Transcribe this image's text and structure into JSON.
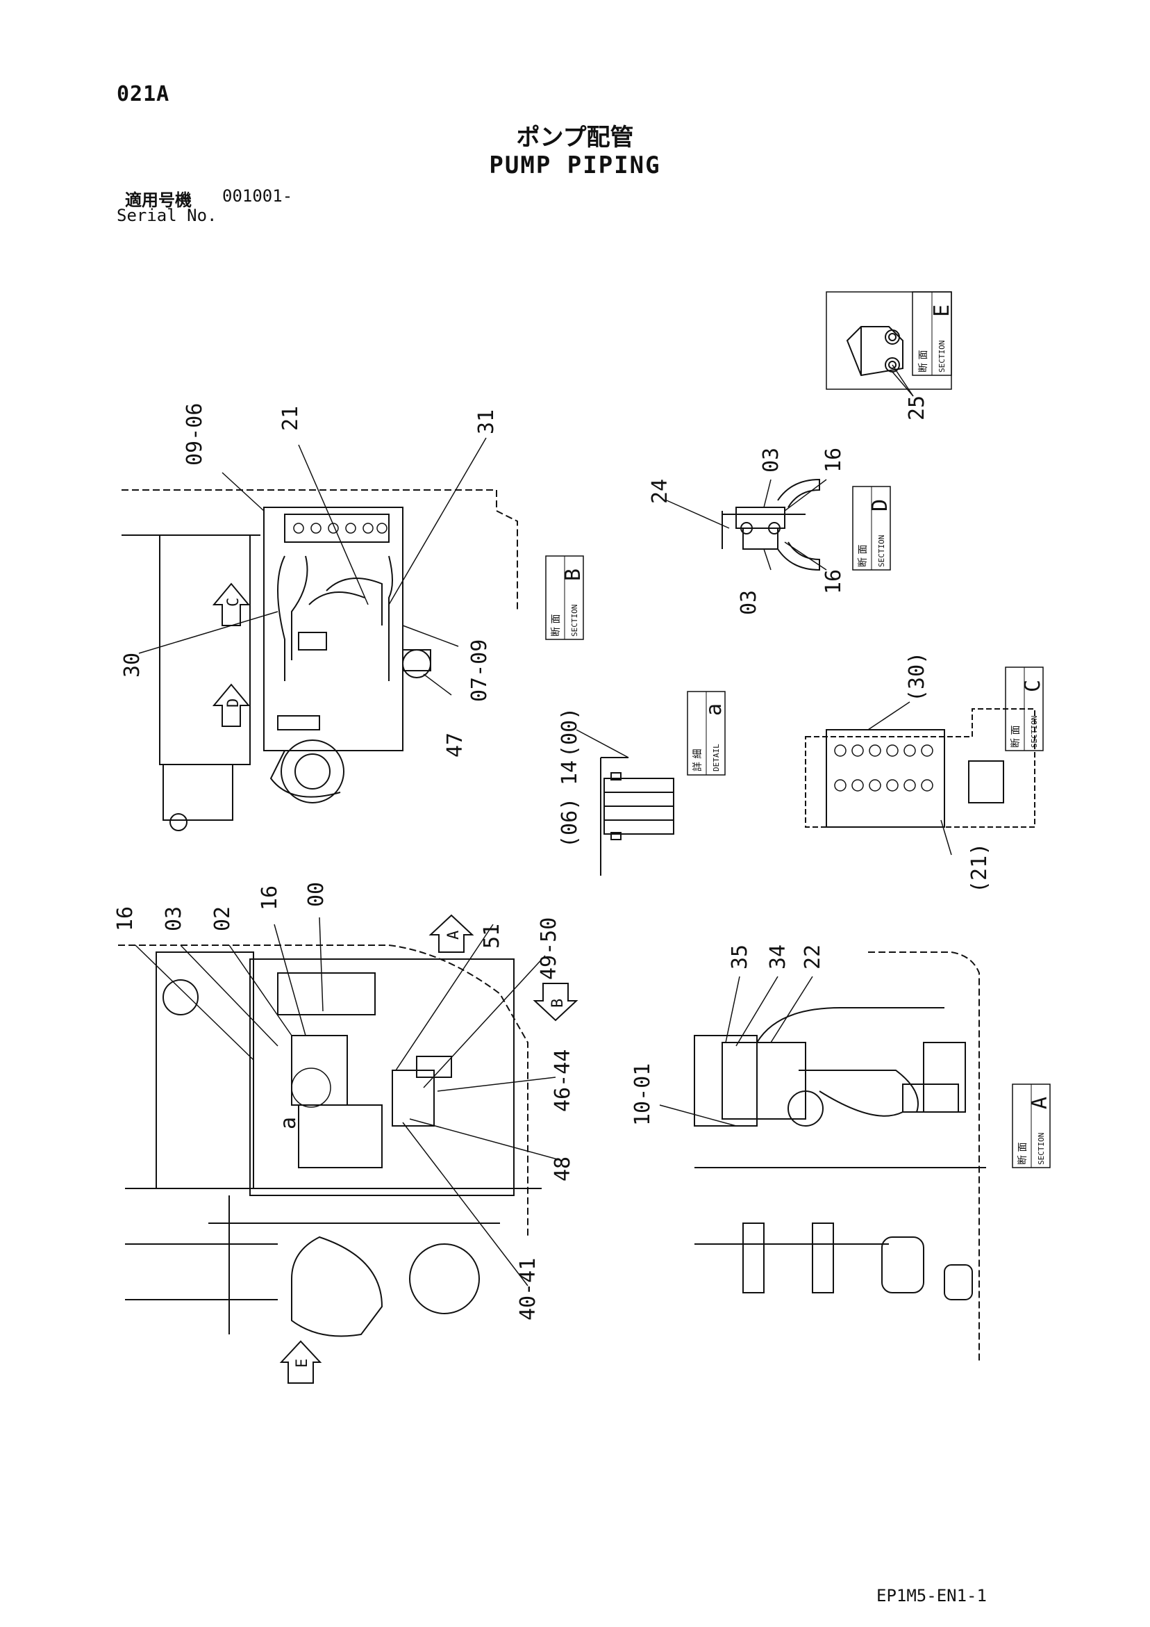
{
  "header": {
    "page_code": "021A",
    "title_jp": "ポンプ配管",
    "title_en": "PUMP PIPING",
    "serial_label_jp": "適用号機",
    "serial_value": "001001-",
    "serial_label_en": "Serial No."
  },
  "footer": {
    "doc_code": "EP1M5-EN1-1"
  },
  "section_tags": {
    "section_jp": "断 面",
    "section_en": "SECTION",
    "detail_jp": "詳 細",
    "detail_en": "DETAIL",
    "B": "B",
    "D": "D",
    "E": "E",
    "C": "C",
    "A": "A",
    "a": "a"
  },
  "view_arrows": {
    "A": "A",
    "B": "B",
    "C": "C",
    "D": "D",
    "E": "E"
  },
  "part_labels": {
    "p09_06": "09-06",
    "p21": "21",
    "p31": "31",
    "p30": "30",
    "p07_09": "07-09",
    "p47": "47",
    "p24": "24",
    "p03a": "03",
    "p16a": "16",
    "p03b": "03",
    "p16b": "16",
    "p25": "25",
    "p00d": "(00)",
    "p14": "14",
    "p06d": "(06)",
    "p30c": "(30)",
    "p21c": "(21)",
    "p16l": "16",
    "p03l": "03",
    "p02": "02",
    "p16m": "16",
    "p00": "00",
    "p51": "51",
    "p49_50": "49-50",
    "p46_44": "46-44",
    "p48": "48",
    "p40_41": "40-41",
    "pa": "a",
    "p35": "35",
    "p34": "34",
    "p22": "22",
    "p10_01": "10-01"
  }
}
